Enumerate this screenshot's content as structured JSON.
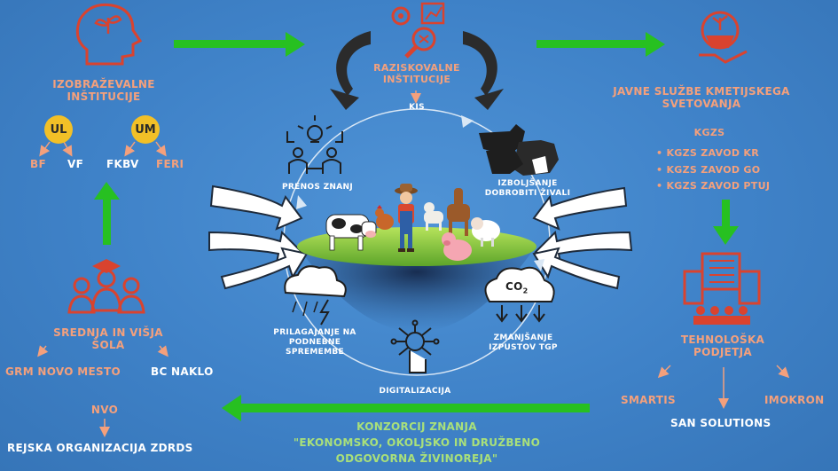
{
  "edu": {
    "title_1": "IZOBRAŽEVALNE",
    "title_2": "INŠTITUCIJE",
    "ul": "UL",
    "um": "UM",
    "bf": "BF",
    "vf": "VF",
    "fkbv": "FKBV",
    "feri": "FERI"
  },
  "research": {
    "title_1": "RAZISKOVALNE",
    "title_2": "INŠTITUCIJE",
    "kis": "KIS"
  },
  "advisory": {
    "title_1": "JAVNE SLUŽBE KMETIJSKEGA",
    "title_2": "SVETOVANJA",
    "kgzs": "KGZS",
    "items": [
      "KGZS ZAVOD KR",
      "KGZS ZAVOD GO",
      "KGZS ZAVOD PTUJ"
    ]
  },
  "tech": {
    "title_1": "TEHNOLOŠKA",
    "title_2": "PODJETJA",
    "smartis": "SMARTIS",
    "san": "SAN SOLUTIONS",
    "imokron": "IMOKRON"
  },
  "school": {
    "title_1": "SREDNJA IN VIŠJA",
    "title_2": "ŠOLA",
    "grm": "GRM NOVO MESTO",
    "bc": "BC NAKLO"
  },
  "ngo": {
    "title": "NVO",
    "org": "REJSKA ORGANIZACIJA ZDRDS"
  },
  "consortium": {
    "line_1": "KONZORCIJ ZNANJA",
    "line_2": "\"EKONOMSKO, OKOLJSKO IN DRUŽBENO",
    "line_3": "ODGOVORNA ŽIVINOREJA\""
  },
  "cycle": {
    "prenos": "PRENOS ZNANJ",
    "izbolj_1": "IZBOLJŠANJE",
    "izbolj_2": "DOBROBITI ŽIVALI",
    "prilag_1": "PRILAGAJANJE NA",
    "prilag_2": "PODNEBNE",
    "prilag_3": "SPREMEMBE",
    "zmanj_1": "ZMANJŠANJE",
    "zmanj_2": "IZPUSTOV TGP",
    "digital": "DIGITALIZACIJA",
    "co2": "CO",
    "co2_sub": "2"
  },
  "colors": {
    "background": "#4088cc",
    "orange_text": "#f4a07c",
    "red_icon": "#d9432f",
    "green_arrow": "#27c021",
    "green_text": "#a9e07a",
    "badge_yellow": "#f2c027"
  }
}
